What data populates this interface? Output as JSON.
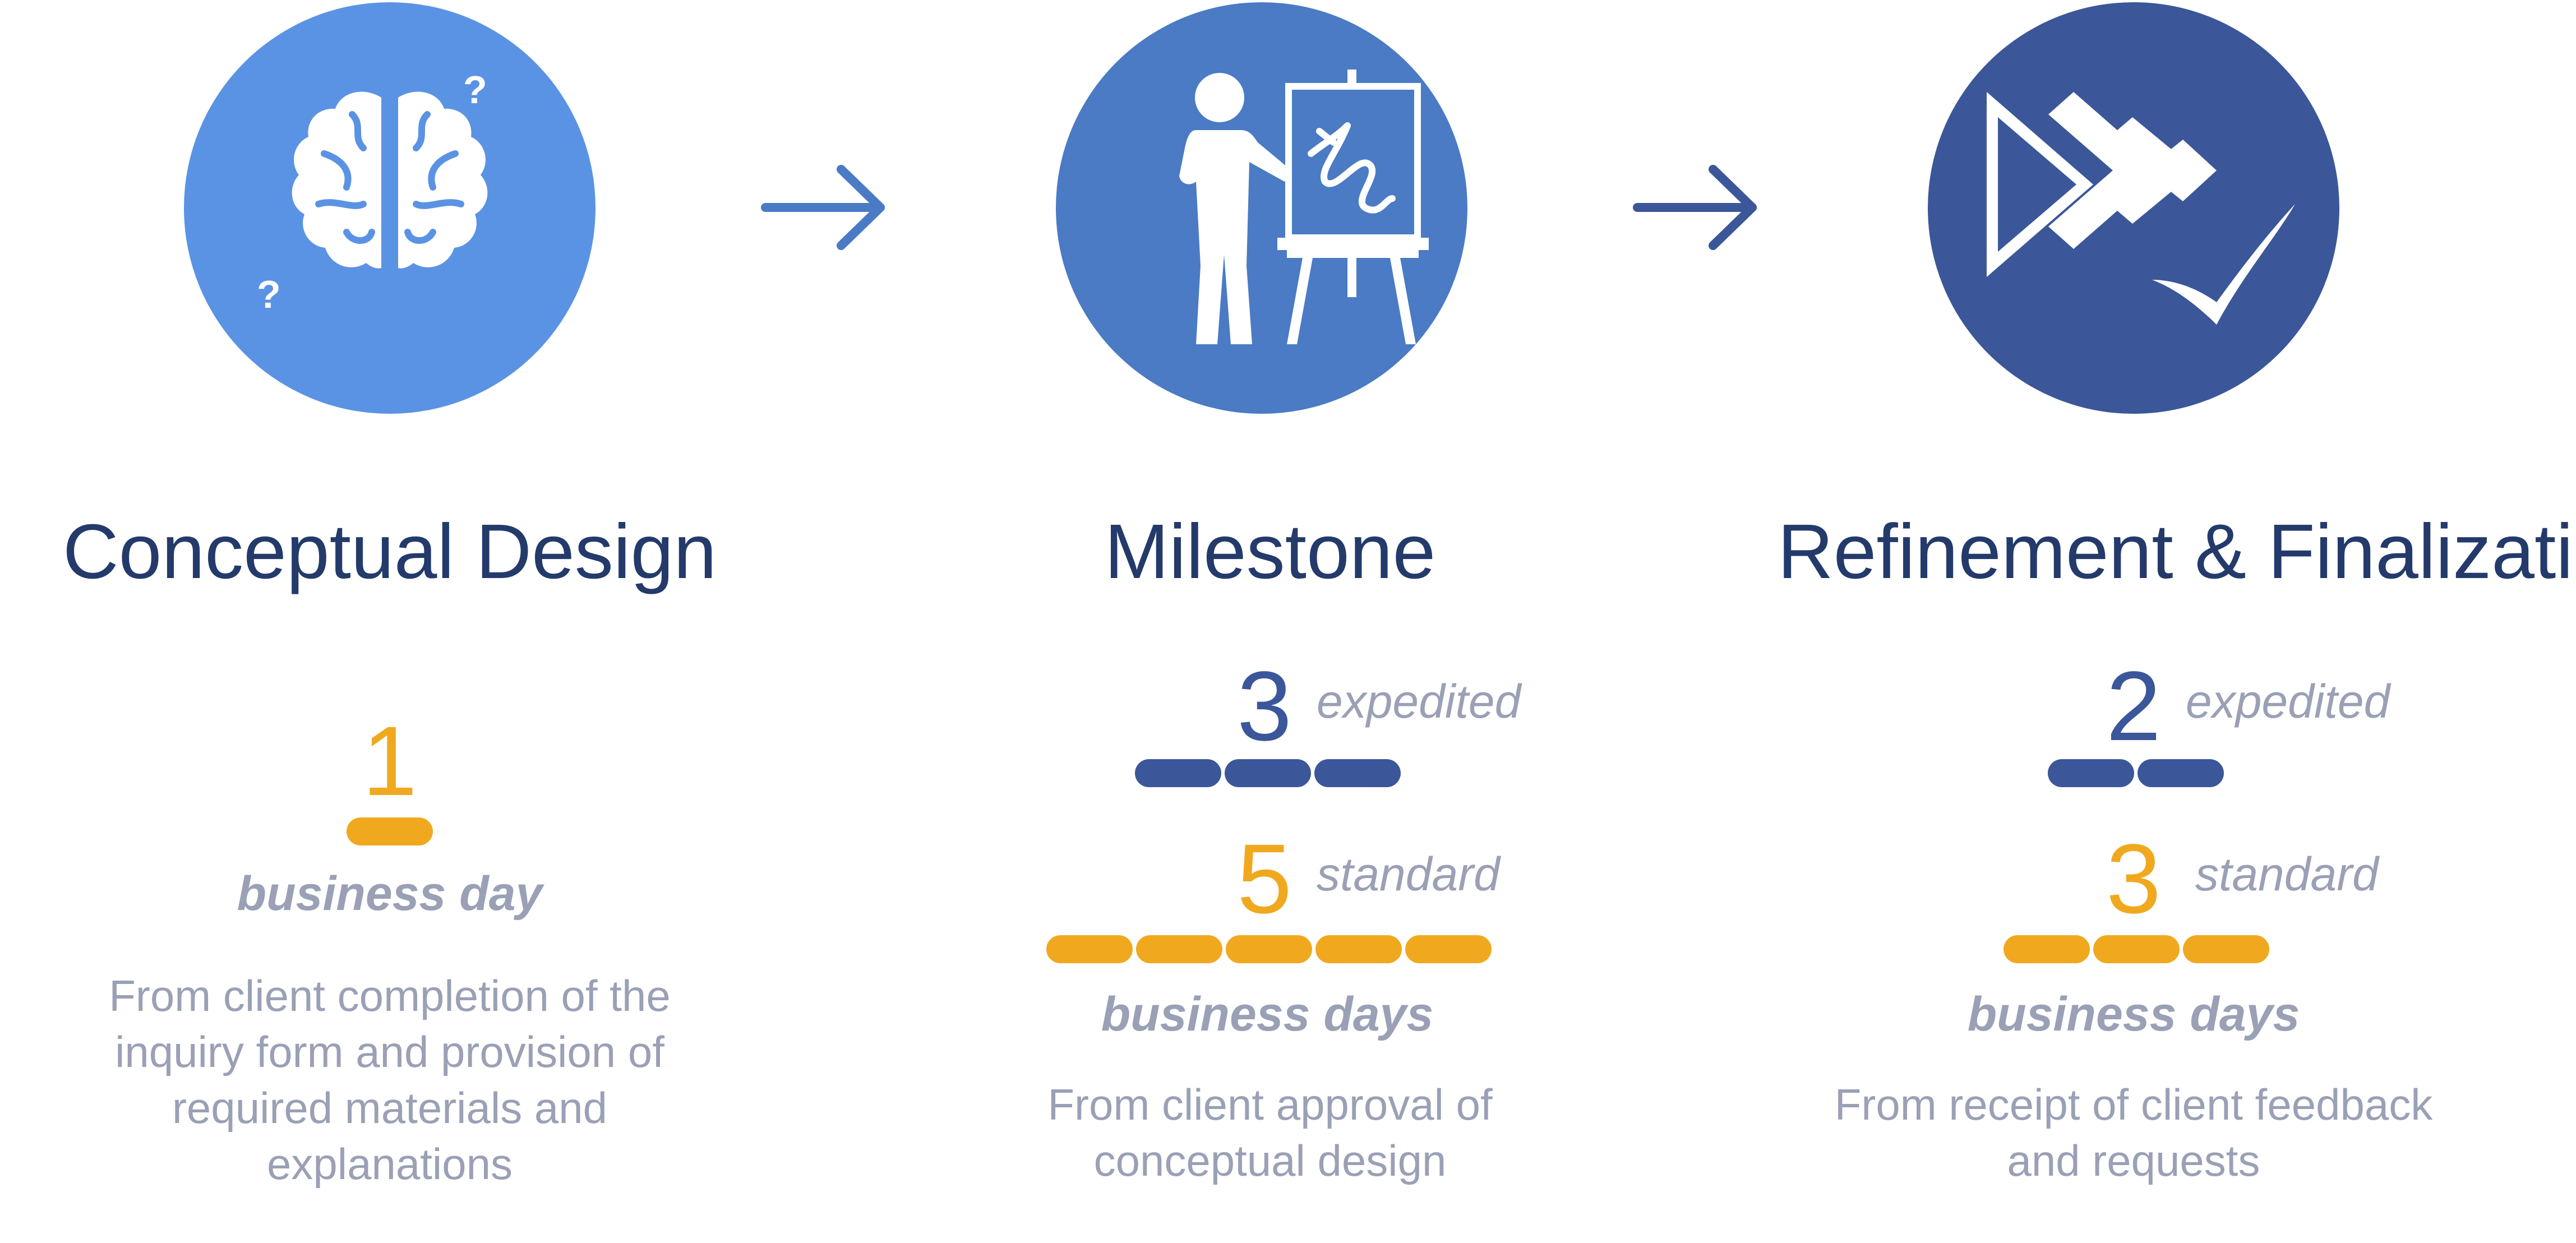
{
  "colors": {
    "navy_text": "#233a6b",
    "circle_1": "#5b93e4",
    "circle_2": "#4a7bc4",
    "circle_3": "#3b5799",
    "arrow_1": "#4a7bc4",
    "arrow_2": "#3b5799",
    "navy_bar": "#3b5799",
    "gold": "#f0a91f",
    "gray": "#9aa0b5"
  },
  "steps": [
    {
      "icon": "brain-question-icon",
      "title": "Conceptual Design",
      "single": {
        "number": "1",
        "segments": 1
      },
      "unit": "business day",
      "desc": [
        "From client completion of the",
        "inquiry form and provision of",
        "required materials and",
        "explanations"
      ]
    },
    {
      "icon": "presenter-easel-icon",
      "title": "Milestone",
      "expedited": {
        "number": "3",
        "label": "expedited",
        "segments": 3
      },
      "standard": {
        "number": "5",
        "label": "standard",
        "segments": 5
      },
      "unit": "business days",
      "desc": [
        "From client approval of",
        "conceptual design"
      ]
    },
    {
      "icon": "fast-forward-check-icon",
      "title": "Refinement & Finalization",
      "expedited": {
        "number": "2",
        "label": "expedited",
        "segments": 2
      },
      "standard": {
        "number": "3",
        "label": "standard",
        "segments": 3
      },
      "unit": "business days",
      "desc": [
        "From receipt of client feedback",
        "and requests"
      ]
    }
  ]
}
